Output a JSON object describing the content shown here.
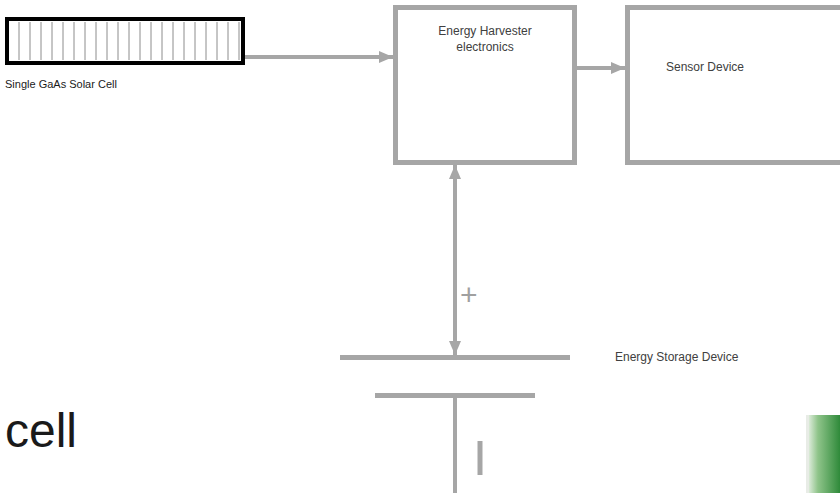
{
  "diagram": {
    "nodes": [
      {
        "text": [
          "Single GaAs Solar Cell"
        ]
      },
      {
        "text": [
          "Energy Harvester electronics"
        ]
      },
      {
        "text": [
          "Sensor Device"
        ]
      },
      {
        "text": [
          "Energy Storage Device"
        ]
      }
    ],
    "edges": [
      {
        "from": 0,
        "to": 1,
        "arrow": "to"
      },
      {
        "from": 1,
        "to": 2,
        "arrow": "to"
      },
      {
        "from": 1,
        "to": 3,
        "arrow": "both"
      }
    ],
    "labels": [
      "+",
      "cell"
    ]
  }
}
